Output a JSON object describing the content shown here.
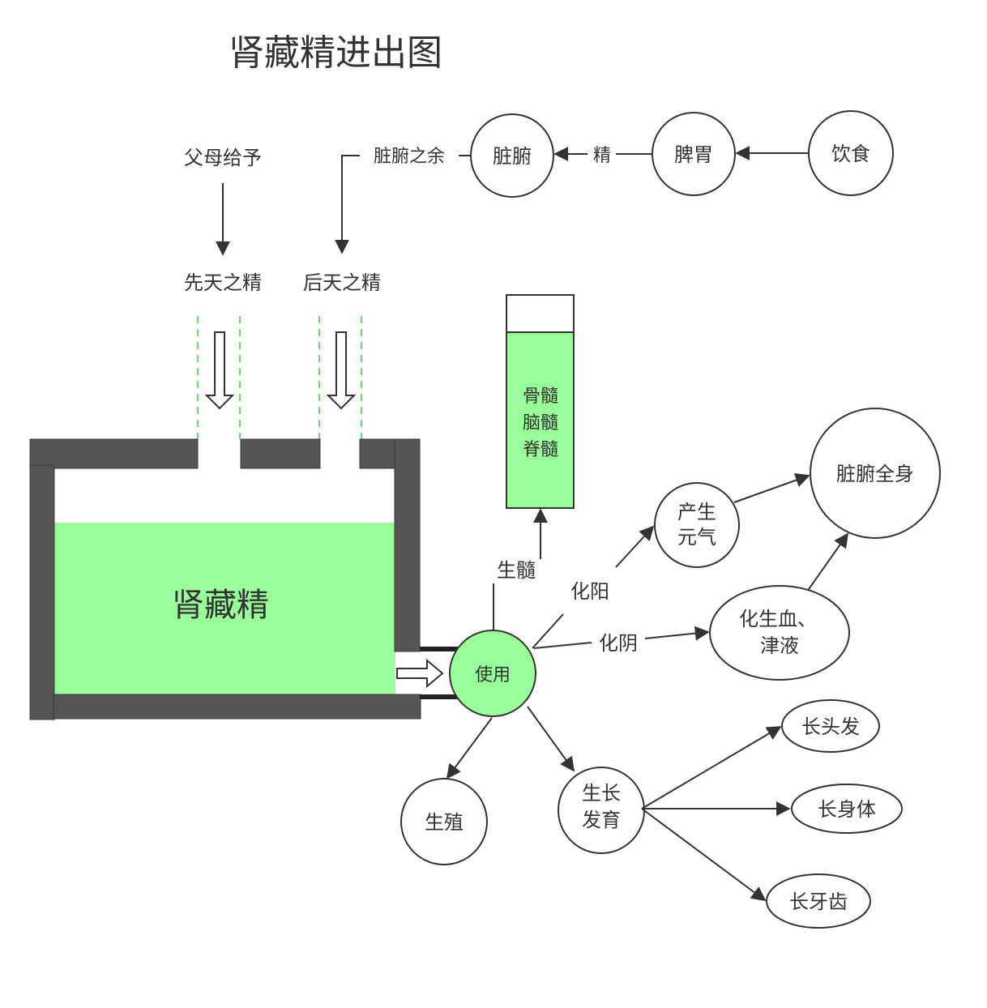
{
  "title": "肾藏精进出图",
  "colors": {
    "green": "#99ff99",
    "wall": "#555555",
    "line": "#333333",
    "dash": "#66dd66"
  },
  "sources": {
    "parents": "父母给予",
    "xiantian": "先天之精",
    "houtian": "后天之精"
  },
  "top_chain": {
    "zangfu": "脏腑",
    "jing_edge": "精",
    "piwei": "脾胃",
    "yinshi": "饮食",
    "remainder_edge": "脏腑之余"
  },
  "tank_label": "肾藏精",
  "marrow": {
    "line1": "骨髓",
    "line2": "脑髓",
    "line3": "脊髓",
    "edge": "生髓"
  },
  "use": {
    "center": "使用",
    "huayang": "化阳",
    "yuanqi_1": "产生",
    "yuanqi_2": "元气",
    "huayin": "化阴",
    "blood_1": "化生血、",
    "blood_2": "津液",
    "body": "脏腑全身",
    "shengzhi": "生殖",
    "growth_1": "生长",
    "growth_2": "发育",
    "hair": "长头发",
    "body_grow": "长身体",
    "teeth": "长牙齿"
  }
}
